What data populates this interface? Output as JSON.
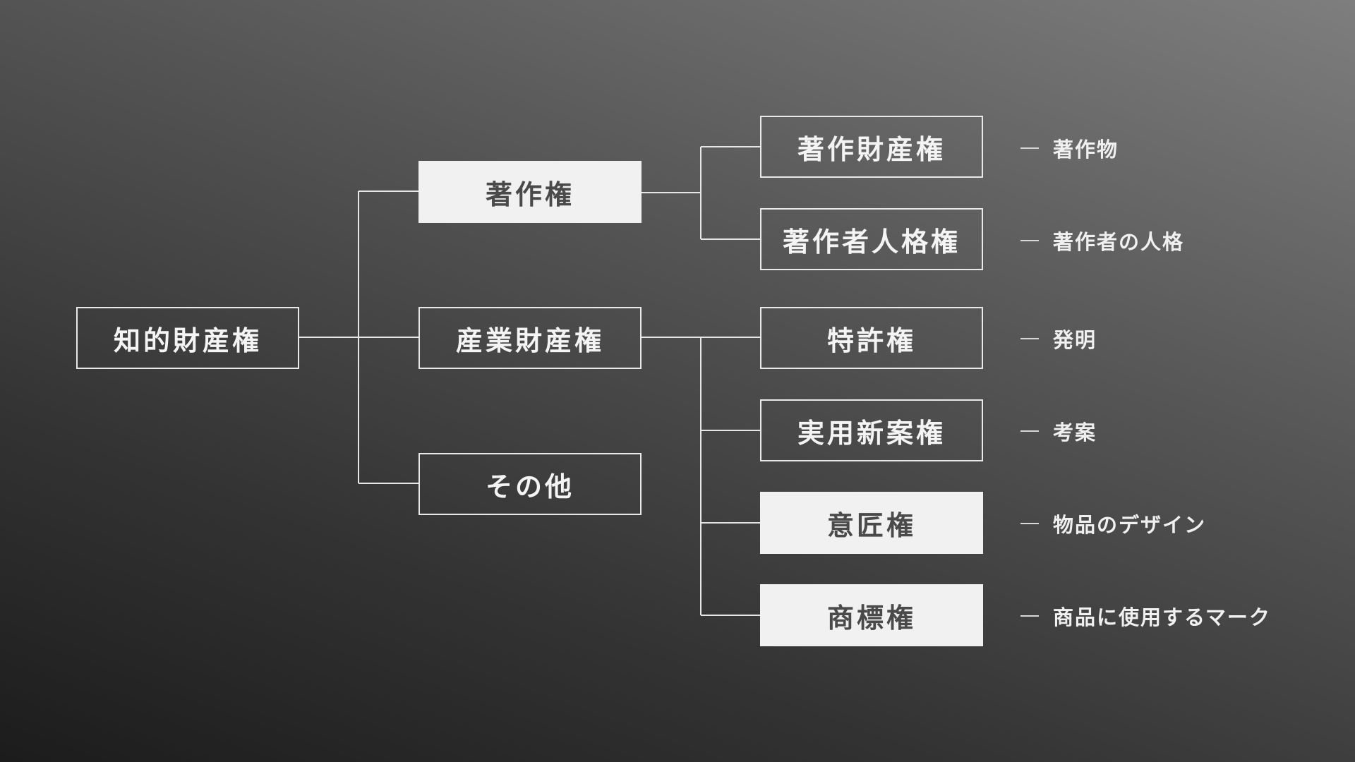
{
  "root": {
    "label": "知的財産権"
  },
  "level1": [
    {
      "id": "copyright",
      "label": "著作権",
      "filled": true
    },
    {
      "id": "industrial",
      "label": "産業財産権",
      "filled": false
    },
    {
      "id": "other",
      "label": "その他",
      "filled": false
    }
  ],
  "level2": [
    {
      "id": "copyright-property",
      "label": "著作財産権",
      "filled": false,
      "note": "著作物"
    },
    {
      "id": "moral-rights",
      "label": "著作者人格権",
      "filled": false,
      "note": "著作者の人格"
    },
    {
      "id": "patent",
      "label": "特許権",
      "filled": false,
      "note": "発明"
    },
    {
      "id": "utility-model",
      "label": "実用新案権",
      "filled": false,
      "note": "考案"
    },
    {
      "id": "design",
      "label": "意匠権",
      "filled": true,
      "note": "物品のデザイン"
    },
    {
      "id": "trademark",
      "label": "商標権",
      "filled": true,
      "note": "商品に使用するマーク"
    }
  ],
  "colors": {
    "line": "#e6e6e6",
    "node_border": "#e9e9e9",
    "filled_bg": "#f1f1f1",
    "filled_text": "#4a4a4a",
    "text": "#f4f4f4"
  }
}
